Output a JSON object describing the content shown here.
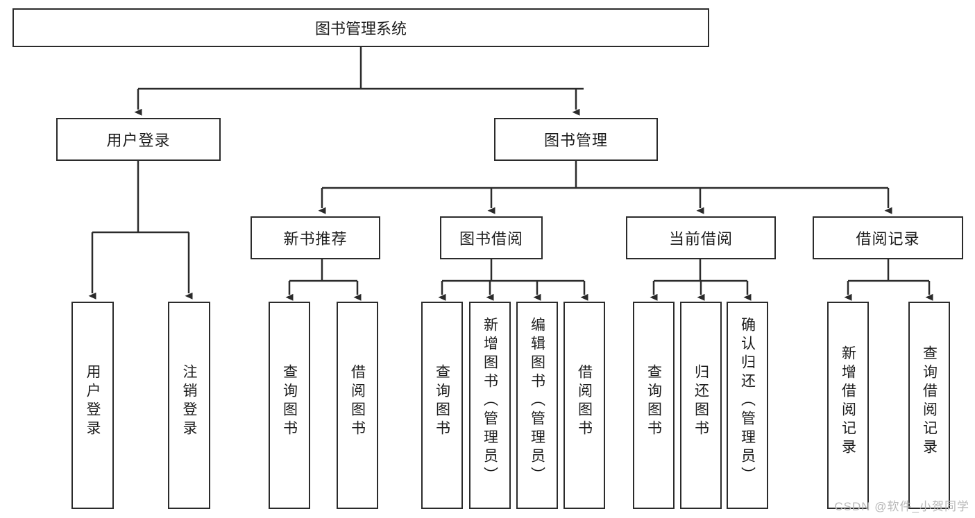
{
  "diagram": {
    "type": "tree",
    "title": "图书管理系统",
    "orientation": "top-down",
    "style": {
      "box_fill": "#ffffff",
      "box_stroke": "#2b2b2b",
      "text_color": "#1c1c1c",
      "connector_color": "#2b2b2b",
      "background": "#ffffff"
    },
    "root": {
      "label": "图书管理系统"
    },
    "level2": [
      {
        "label": "用户登录"
      },
      {
        "label": "图书管理"
      }
    ],
    "level3": [
      {
        "label": "新书推荐"
      },
      {
        "label": "图书借阅"
      },
      {
        "label": "当前借阅"
      },
      {
        "label": "借阅记录"
      }
    ],
    "leaves": {
      "user_login": [
        {
          "label": "用户登录"
        },
        {
          "label": "注销登录"
        }
      ],
      "new_book_recommend": [
        {
          "label": "查询图书"
        },
        {
          "label": "借阅图书"
        }
      ],
      "book_borrow": [
        {
          "label": "查询图书"
        },
        {
          "label": "新增图书（管理员）"
        },
        {
          "label": "编辑图书（管理员）"
        },
        {
          "label": "借阅图书"
        }
      ],
      "current_borrow": [
        {
          "label": "查询图书"
        },
        {
          "label": "归还图书"
        },
        {
          "label": "确认归还（管理员）"
        }
      ],
      "borrow_record": [
        {
          "label": "新增借阅记录"
        },
        {
          "label": "查询借阅记录"
        }
      ]
    }
  },
  "watermark": {
    "text": "CSDN @软件_小贺同学"
  }
}
